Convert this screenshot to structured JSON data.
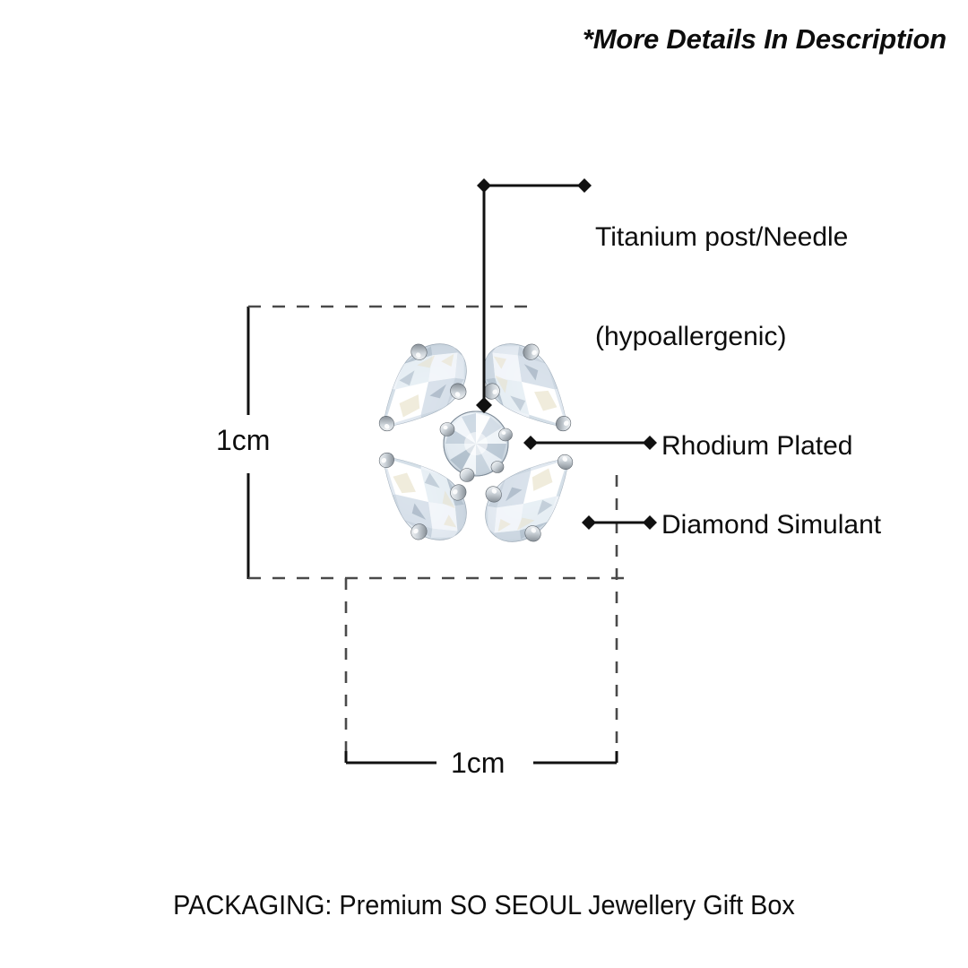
{
  "header": {
    "note": "*More Details In Description"
  },
  "callouts": [
    {
      "id": "titanium",
      "line1": "Titanium post/Needle",
      "line2": "(hypoallergenic)",
      "marker": "diamond-marker"
    },
    {
      "id": "rhodium",
      "line1": "Rhodium Plated",
      "line2": "",
      "marker": "diamond-marker"
    },
    {
      "id": "simulant",
      "line1": "Diamond Simulant",
      "line2": "",
      "marker": "diamond-marker"
    }
  ],
  "dimensions": {
    "height_label": "1cm",
    "width_label": "1cm"
  },
  "packaging": {
    "text": "PACKAGING: Premium SO SEOUL Jewellery Gift Box"
  },
  "product": {
    "name": "four-petal-cubic-zirconia-flower-earring",
    "petal_shape": "pear-cut-stone",
    "center_shape": "round-brilliant-stone",
    "petal_count": 4,
    "metal": "rhodium-plated-silver"
  },
  "colors": {
    "ink": "#0d0d0d",
    "guide_line": "#3a3a3a",
    "stone_light": "#ffffff",
    "stone_mid": "#dfe6ec",
    "stone_shadow": "#aab6c2",
    "stone_warm": "#e8dfc4",
    "metal_light": "#ffffff",
    "metal_mid": "#c8ced4",
    "metal_dark": "#6e767e"
  }
}
